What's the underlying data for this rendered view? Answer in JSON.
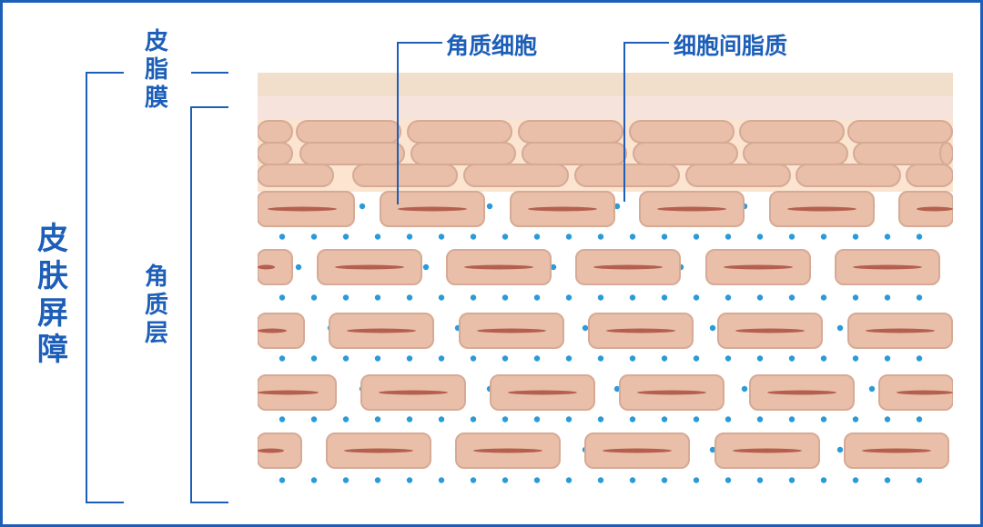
{
  "labels": {
    "skin_barrier": "皮肤屏障",
    "sebum_film": "皮脂膜",
    "stratum_corneum": "角质层",
    "corneocyte": "角质细胞",
    "intercellular_lipid": "细胞间脂质"
  },
  "colors": {
    "accent": "#1d5fb8",
    "cell": "#e9bfa9",
    "cell_border": "#d6aa95",
    "nucleus": "#b5604f",
    "lipid_dots": "#2b9ad8",
    "sebum_top": "#f1dfcb",
    "sebum_bottom": "#f6e4dc",
    "lipid_layer": "#fbe4d0"
  }
}
